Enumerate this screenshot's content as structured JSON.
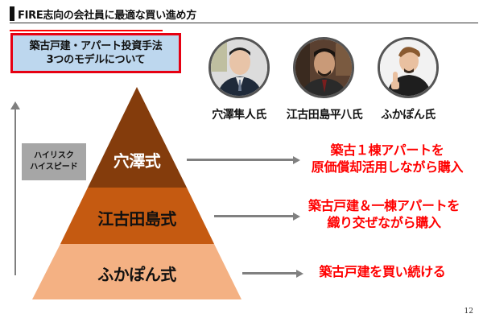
{
  "header": {
    "title": "FIRE志向の会社員に最適な買い進め方"
  },
  "subtitle": {
    "line1": "築古戸建・アパート投資手法",
    "line2": "3つのモデルについて"
  },
  "axis": {
    "label_line1": "ハイリスク",
    "label_line2": "ハイスピード"
  },
  "people": [
    {
      "name": "穴澤隼人氏",
      "photo": "portrait-suit-man"
    },
    {
      "name": "江古田島平八氏",
      "photo": "portrait-bearded-man"
    },
    {
      "name": "ふかぽん氏",
      "photo": "portrait-pointing-man"
    }
  ],
  "pyramid": {
    "tiers": [
      {
        "label": "穴澤式",
        "color": "#843c0c",
        "text_color": "#ffffff"
      },
      {
        "label": "江古田島式",
        "color": "#c55a11",
        "text_color": "#111111"
      },
      {
        "label": "ふかぽん式",
        "color": "#f4b183",
        "text_color": "#111111"
      }
    ]
  },
  "descriptions": [
    {
      "line1": "築古１棟アパートを",
      "line2": "原価償却活用しながら購入"
    },
    {
      "line1": "築古戸建＆一棟アパートを",
      "line2": "織り交ぜながら購入"
    },
    {
      "line1": "築古戸建を買い続ける",
      "line2": ""
    }
  ],
  "colors": {
    "accent_red": "#ff0000",
    "box_blue": "#bdd7ee",
    "arrow_gray": "#808080"
  },
  "page_number": "12"
}
